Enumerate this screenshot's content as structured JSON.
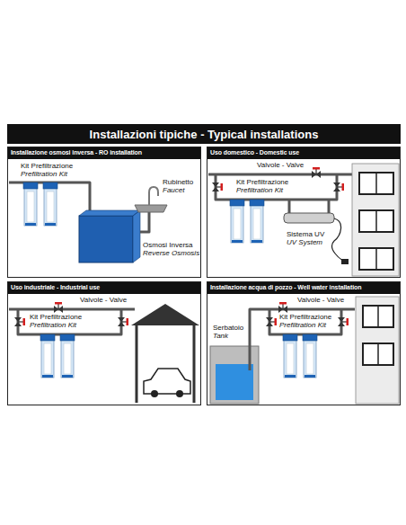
{
  "diagram": {
    "title": "Installazioni tipiche - Typical installations",
    "nodes": [
      {
        "text": [
          "Installazione osmosi inversa - RO installation"
        ]
      },
      {
        "text": [
          "Uso domestico - Domestic use"
        ]
      },
      {
        "text": [
          "Uso industriale - Industrial use"
        ]
      },
      {
        "text": [
          "Installazione acqua di pozzo - Well water installation"
        ]
      }
    ],
    "labels": [
      "Kit Prefiltrazione",
      "Prefiltration Kit",
      "Rubinetto",
      "Faucet",
      "Osmosi Inversa",
      "Reverse Osmosis",
      "Valvole - Valve",
      "Kit Prefiltrazione",
      "Prefiltration Kit",
      "Sistema UV",
      "UV System",
      "Valvole - Valve",
      "Kit Prefiltrazione",
      "Prefiltration Kit",
      "Valvole - Valve",
      "Kit Prefiltrazione",
      "Prefiltration Kit",
      "Serbatoio",
      "Tank"
    ]
  }
}
